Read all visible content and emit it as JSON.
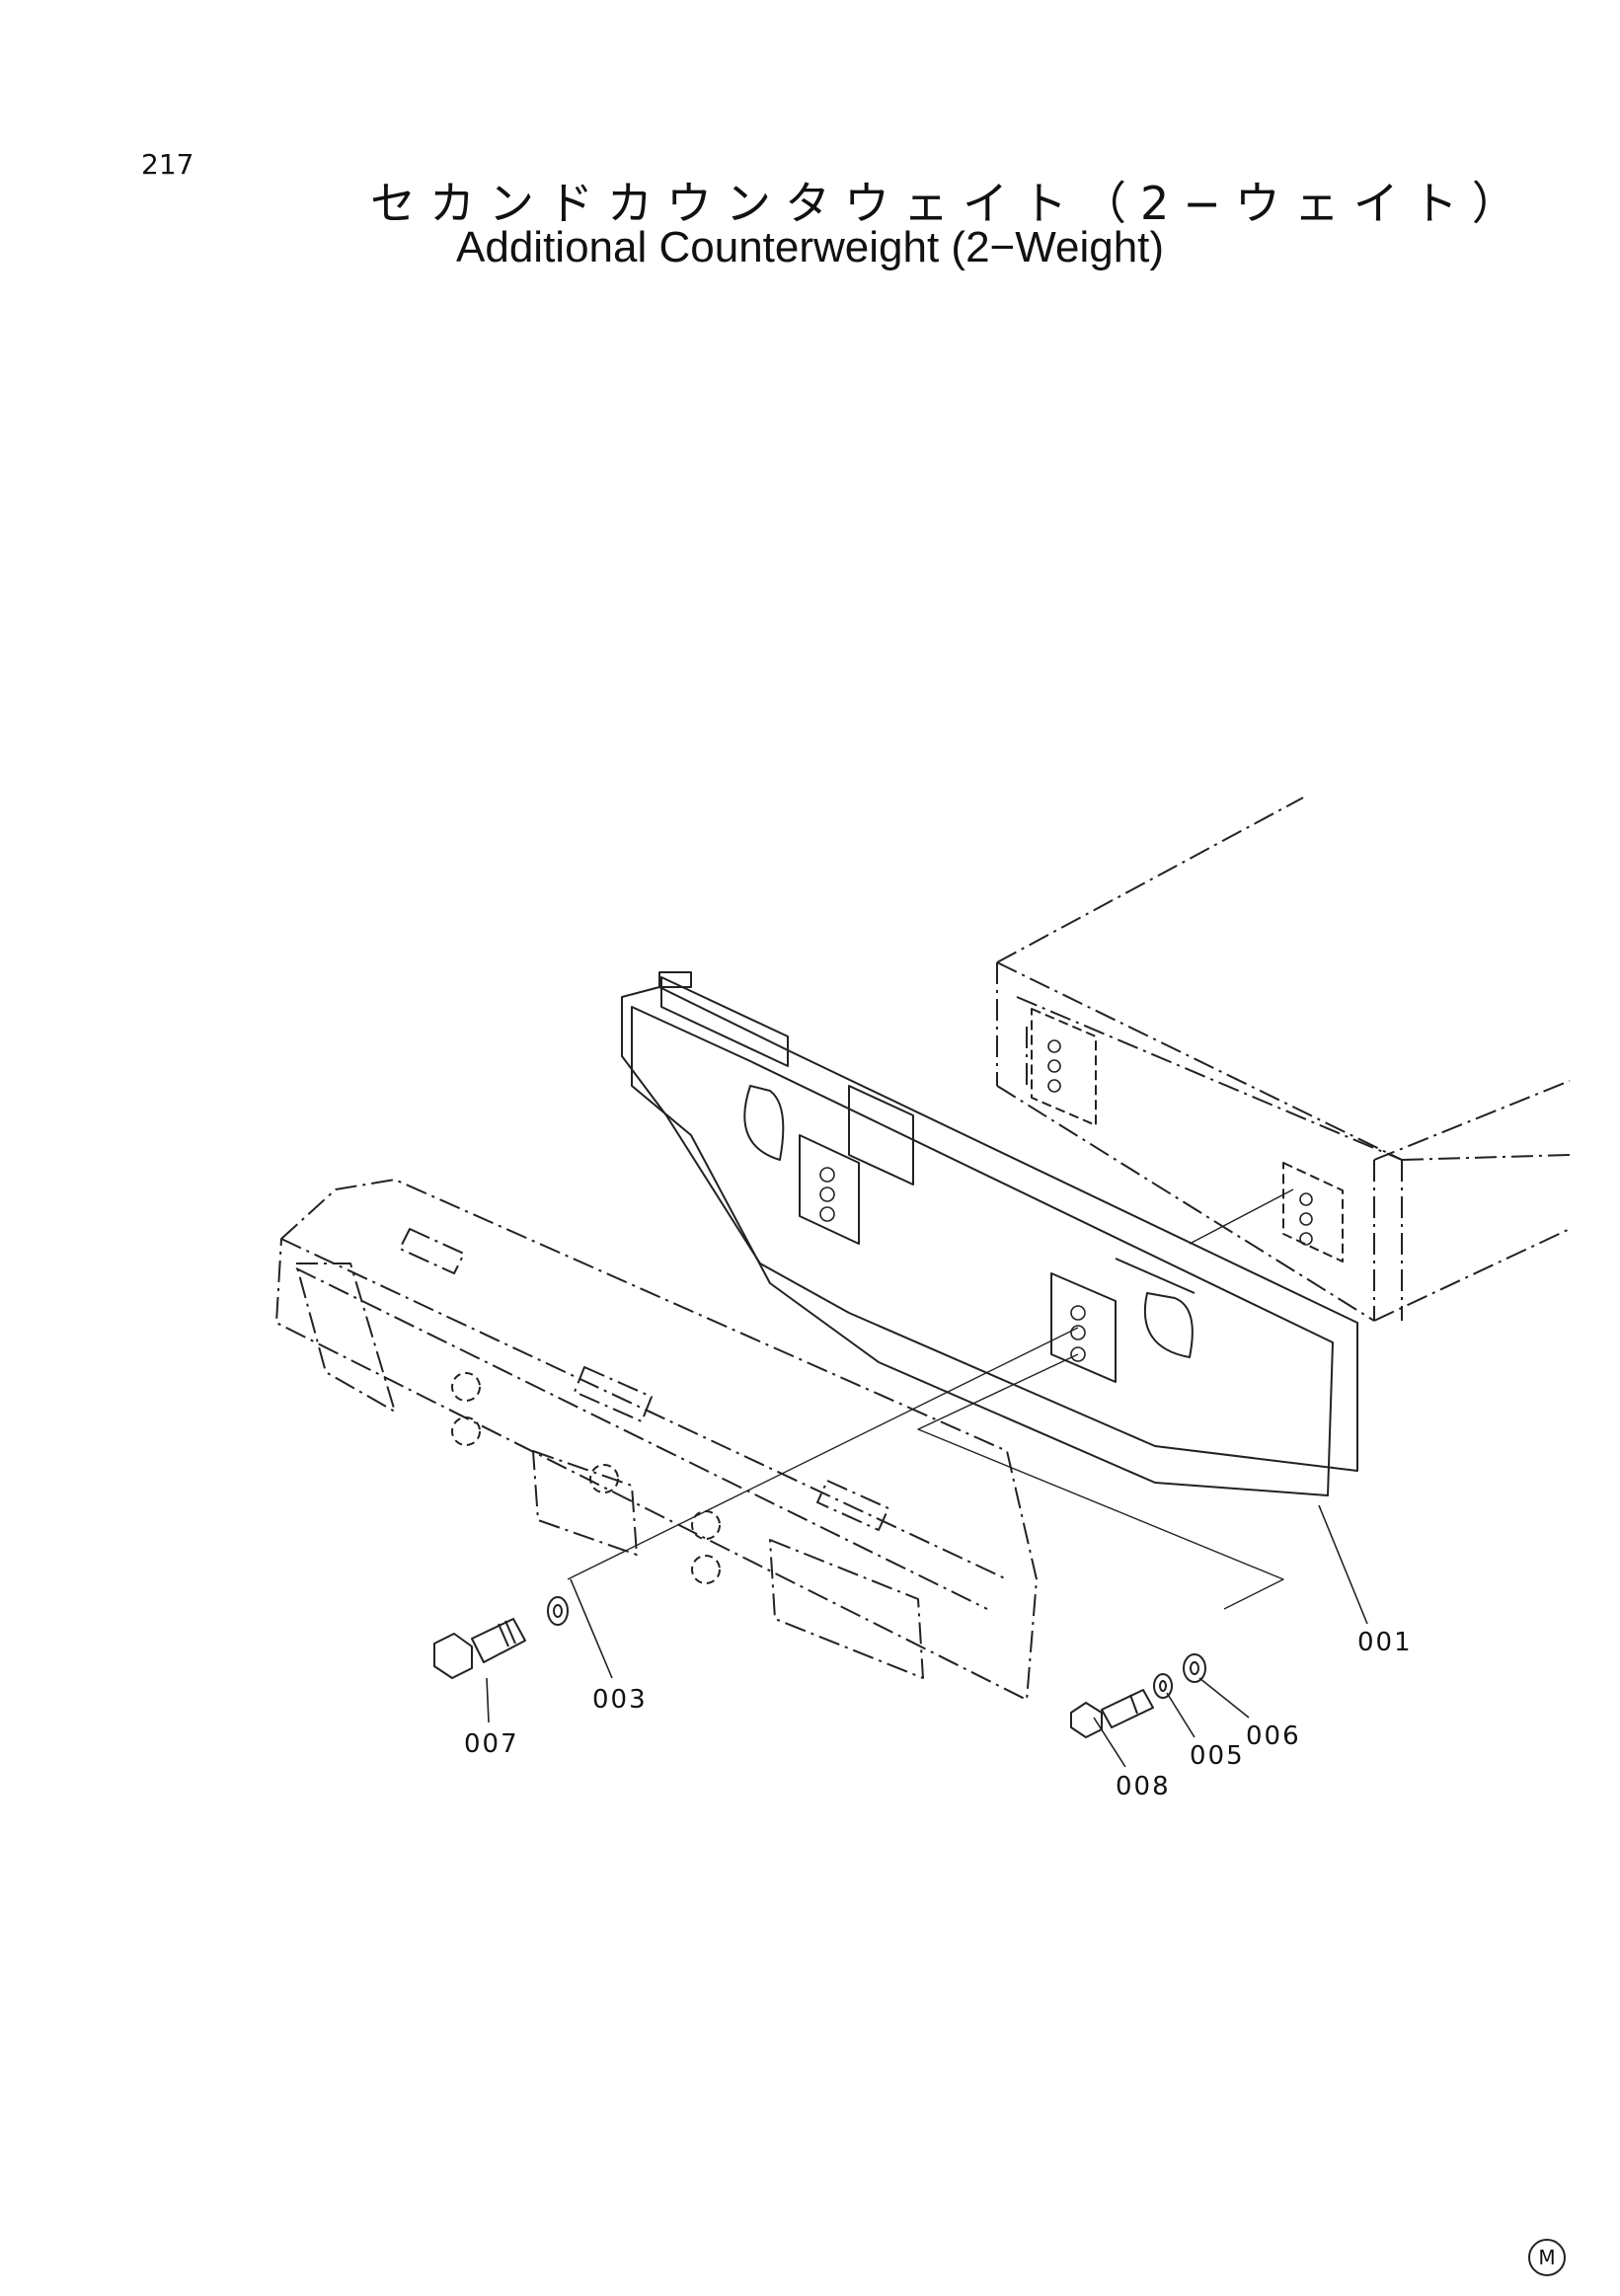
{
  "page": {
    "number": "217"
  },
  "title": {
    "japanese": "セカンドカウンタウェイト（2−ウェイト）",
    "english": "Additional Counterweight (2−Weight)"
  },
  "callouts": [
    {
      "id": "001",
      "label": "001"
    },
    {
      "id": "003",
      "label": "003"
    },
    {
      "id": "005",
      "label": "005"
    },
    {
      "id": "006",
      "label": "006"
    },
    {
      "id": "007",
      "label": "007"
    },
    {
      "id": "008",
      "label": "008"
    }
  ],
  "footer_mark": "M"
}
